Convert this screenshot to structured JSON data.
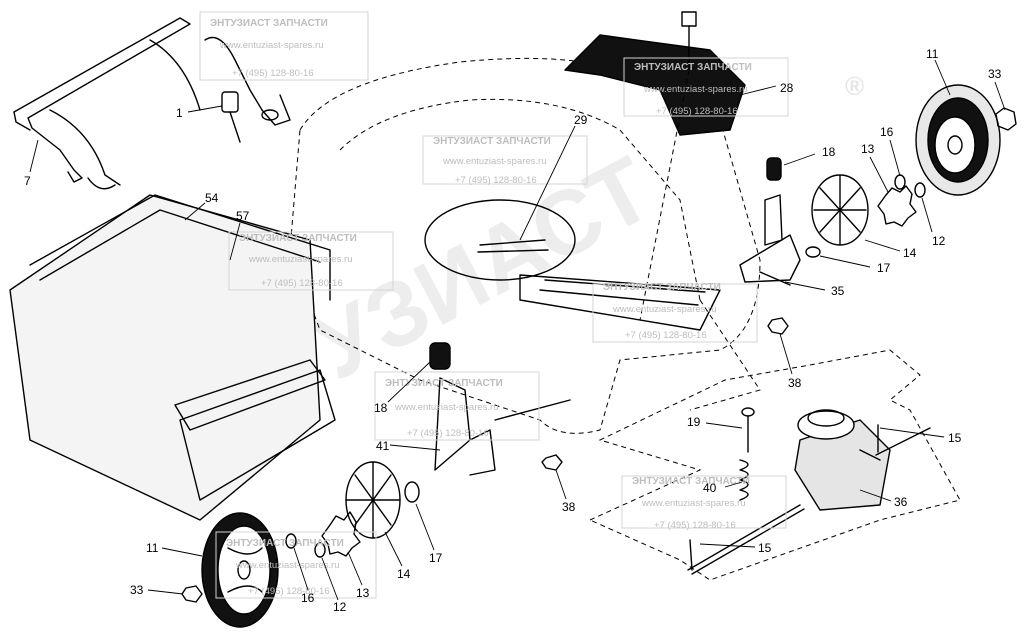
{
  "watermark": {
    "title": "ЭНТУЗИАСТ ЗАПЧАСТИ",
    "url": "www.entuziast-spares.ru",
    "phone": "+7 (495) 128-80-16",
    "brand": "ЭНТУЗИАСТ",
    "registered": "®"
  },
  "callouts": [
    {
      "id": "p1",
      "label": "1"
    },
    {
      "id": "p7",
      "label": "7"
    },
    {
      "id": "p54",
      "label": "54"
    },
    {
      "id": "p57",
      "label": "57"
    },
    {
      "id": "p29",
      "label": "29"
    },
    {
      "id": "p28",
      "label": "28"
    },
    {
      "id": "p11-top",
      "label": "11"
    },
    {
      "id": "p33-top",
      "label": "33"
    },
    {
      "id": "p16-top",
      "label": "16"
    },
    {
      "id": "p13-top",
      "label": "13"
    },
    {
      "id": "p18-top",
      "label": "18"
    },
    {
      "id": "p12-top",
      "label": "12"
    },
    {
      "id": "p14-top",
      "label": "14"
    },
    {
      "id": "p17-top",
      "label": "17"
    },
    {
      "id": "p35",
      "label": "35"
    },
    {
      "id": "p38-right",
      "label": "38"
    },
    {
      "id": "p15-top",
      "label": "15"
    },
    {
      "id": "p19",
      "label": "19"
    },
    {
      "id": "p40",
      "label": "40"
    },
    {
      "id": "p36",
      "label": "36"
    },
    {
      "id": "p15-bottom",
      "label": "15"
    },
    {
      "id": "p18-mid",
      "label": "18"
    },
    {
      "id": "p41",
      "label": "41"
    },
    {
      "id": "p38-mid",
      "label": "38"
    },
    {
      "id": "p17-bottom",
      "label": "17"
    },
    {
      "id": "p14-bottom",
      "label": "14"
    },
    {
      "id": "p13-bottom",
      "label": "13"
    },
    {
      "id": "p12-bottom",
      "label": "12"
    },
    {
      "id": "p16-bottom",
      "label": "16"
    },
    {
      "id": "p11-bottom",
      "label": "11"
    },
    {
      "id": "p33-bottom",
      "label": "33"
    }
  ]
}
